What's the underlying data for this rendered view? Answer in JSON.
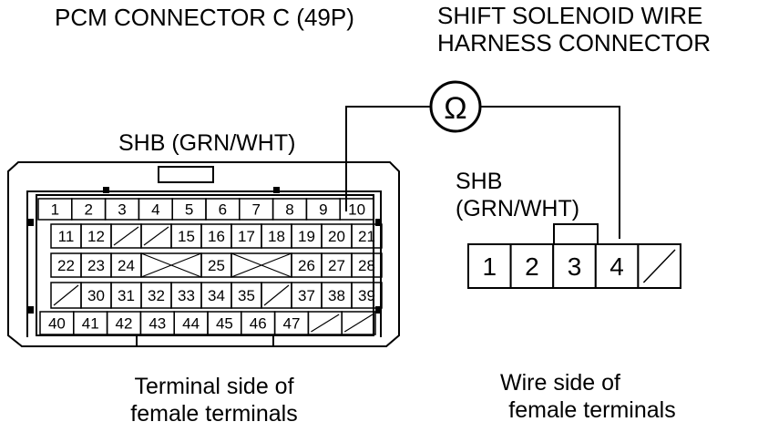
{
  "pcm_connector": {
    "title": "PCM CONNECTOR C (49P)",
    "wire_label": "SHB (GRN/WHT)",
    "caption_line1": "Terminal side of",
    "caption_line2": "female terminals",
    "rows": [
      [
        "1",
        "2",
        "3",
        "4",
        "5",
        "6",
        "7",
        "8",
        "9",
        "10"
      ],
      [
        "11",
        "12",
        "",
        "",
        "15",
        "16",
        "17",
        "18",
        "19",
        "20",
        "21"
      ],
      [
        "22",
        "23",
        "24",
        "",
        "",
        "25",
        "",
        "",
        "26",
        "27",
        "28"
      ],
      [
        "",
        "30",
        "31",
        "32",
        "33",
        "34",
        "35",
        "",
        "37",
        "38",
        "39"
      ],
      [
        "40",
        "41",
        "42",
        "43",
        "44",
        "45",
        "46",
        "47",
        "",
        ""
      ]
    ]
  },
  "solenoid_connector": {
    "title_line1": "SHIFT SOLENOID WIRE",
    "title_line2": "HARNESS CONNECTOR",
    "wire_label_line1": "SHB",
    "wire_label_line2": "(GRN/WHT)",
    "caption_line1": "Wire side of",
    "caption_line2": "female terminals",
    "terminals": [
      "1",
      "2",
      "3",
      "4",
      ""
    ]
  },
  "meter": {
    "symbol": "Ω"
  }
}
